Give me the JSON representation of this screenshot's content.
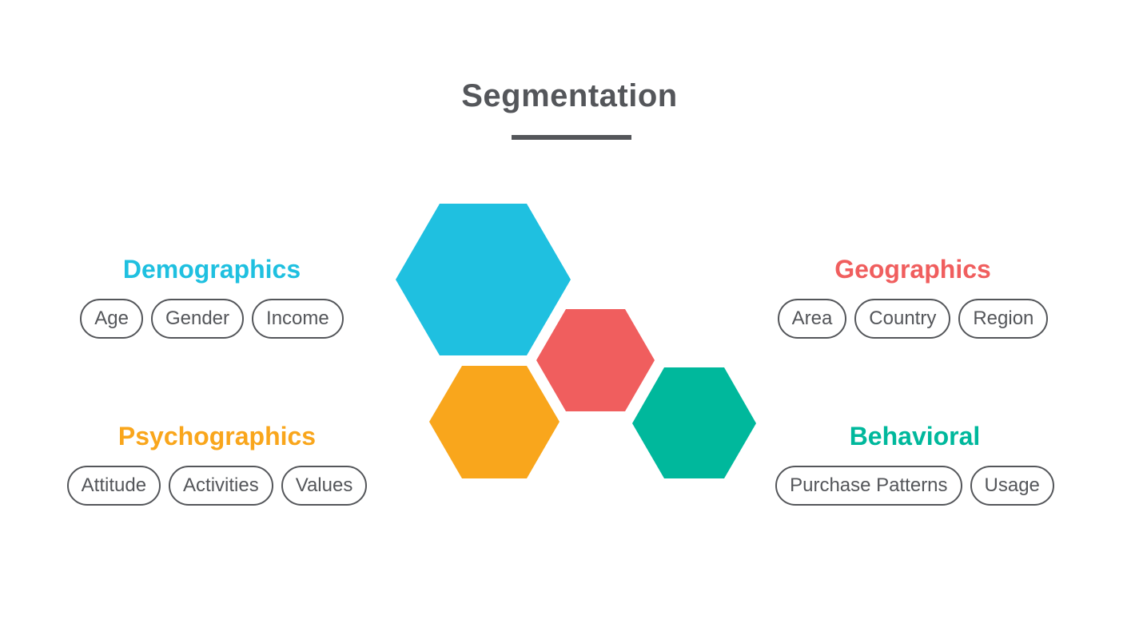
{
  "title": "Segmentation",
  "colors": {
    "text": "#54565a",
    "demographics": "#1fc0e0",
    "geographics": "#f05e5e",
    "psychographics": "#f9a61c",
    "behavioral": "#00b89c"
  },
  "segments": {
    "demographics": {
      "heading": "Demographics",
      "tags": [
        "Age",
        "Gender",
        "Income"
      ]
    },
    "geographics": {
      "heading": "Geographics",
      "tags": [
        "Area",
        "Country",
        "Region"
      ]
    },
    "psychographics": {
      "heading": "Psychographics",
      "tags": [
        "Attitude",
        "Activities",
        "Values"
      ]
    },
    "behavioral": {
      "heading": "Behavioral",
      "tags": [
        "Purchase Patterns",
        "Usage"
      ]
    }
  }
}
